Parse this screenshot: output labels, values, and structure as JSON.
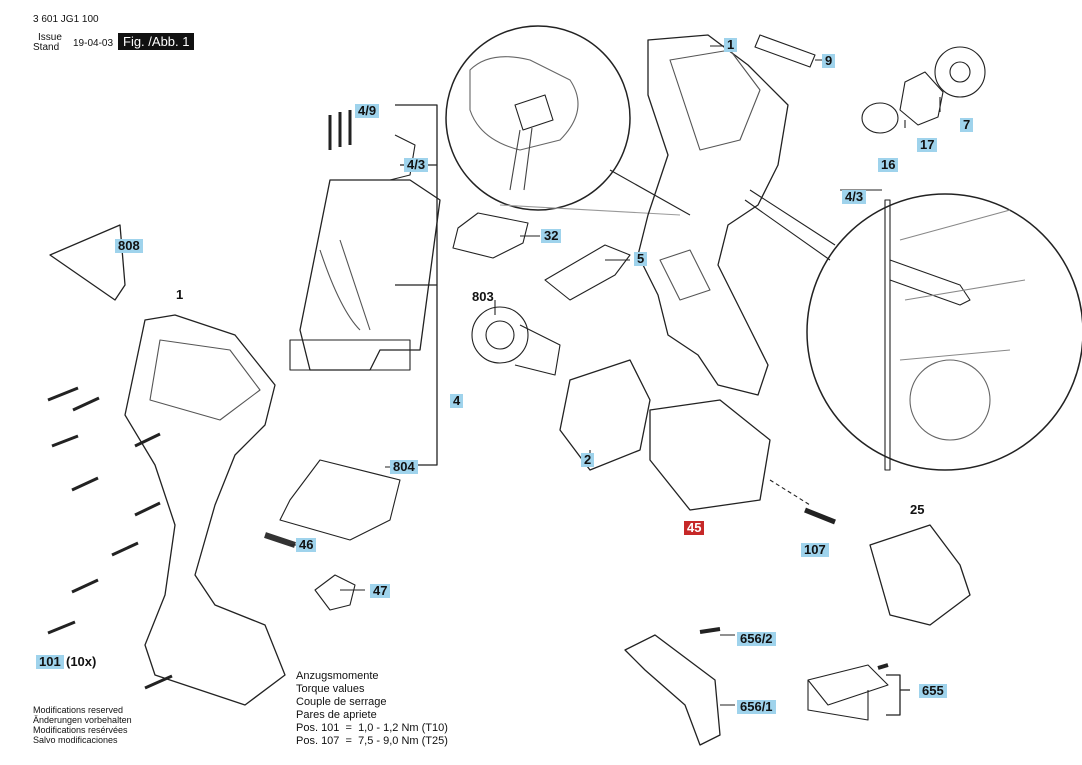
{
  "header": {
    "doc_number": "3 601 JG1 100",
    "issue_label": "Issue",
    "stand_label": "Stand",
    "date": "19-04-03",
    "figure_label": "Fig. /Abb. 1"
  },
  "callouts": {
    "c1_top": "1",
    "c9": "9",
    "c7": "7",
    "c16": "16",
    "c17": "17",
    "c4_9": "4/9",
    "c4_3_left": "4/3",
    "c4_3_right": "4/3",
    "c32": "32",
    "c5": "5",
    "c808": "808",
    "c1_left": "1",
    "c803": "803",
    "c4": "4",
    "c804": "804",
    "c2": "2",
    "c45": "45",
    "c25": "25",
    "c107": "107",
    "c46": "46",
    "c47": "47",
    "c101": "101",
    "c101_qty": "(10x)",
    "c656_2": "656/2",
    "c656_1": "656/1",
    "c655": "655"
  },
  "torque": {
    "lines": [
      "Anzugsmomente",
      "Torque values",
      "Couple de serrage",
      "Pares de apriete"
    ],
    "pos101": "Pos. 101  =  1,0 - 1,2 Nm (T10)",
    "pos107": "Pos. 107  =  7,5 - 9,0 Nm (T25)"
  },
  "modifications": [
    "Modifications reserved",
    "Änderungen vorbehalten",
    "Modifications resérvées",
    "Salvo modificaciones"
  ],
  "colors": {
    "callout_bg": "#9fd3ec",
    "highlight_bg": "#c62828"
  }
}
